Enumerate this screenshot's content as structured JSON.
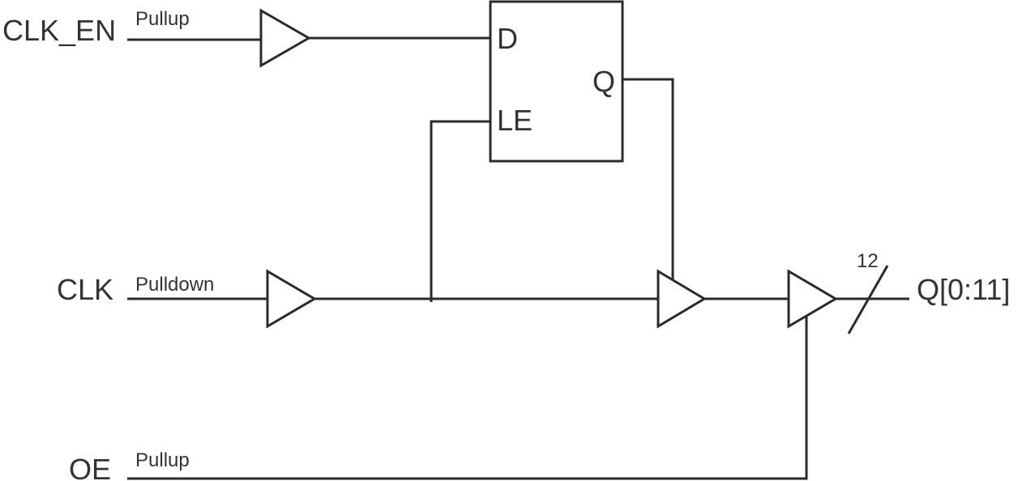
{
  "signals": {
    "clk_en": "CLK_EN",
    "clk": "CLK",
    "oe": "OE",
    "output": "Q[0:11]"
  },
  "resistors": {
    "clk_en": "Pullup",
    "clk": "Pulldown",
    "oe": "Pullup"
  },
  "latch": {
    "d": "D",
    "q": "Q",
    "le": "LE"
  },
  "bus": {
    "width": "12"
  }
}
